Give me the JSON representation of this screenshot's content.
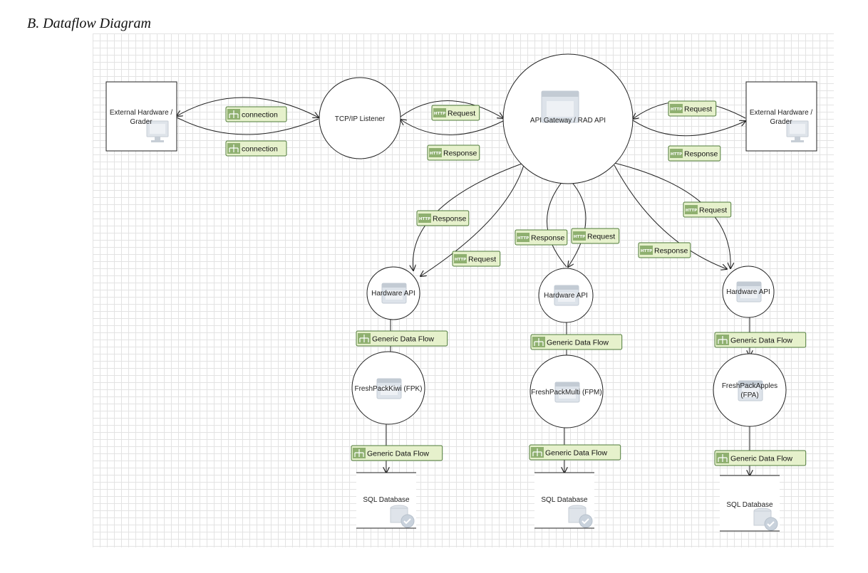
{
  "heading": "B.  Dataflow Diagram",
  "nodes": {
    "ext_left": [
      "External Hardware /",
      "Grader"
    ],
    "ext_right": [
      "External Hardware /",
      "Grader"
    ],
    "tcp": "TCP/IP Listener",
    "gateway": "API Gateway / RAD API",
    "hw1": "Hardware API",
    "hw2": "Hardware API",
    "hw3": "Hardware API",
    "fpk": "FreshPackKiwi (FPK)",
    "fpm": "FreshPackMulti (FPM)",
    "fpa": [
      "FreshPackApples",
      "(FPA)"
    ],
    "db1": "SQL Database",
    "db2": "SQL Database",
    "db3": "SQL Database"
  },
  "flows": {
    "conn1": "connection",
    "conn2": "connection",
    "tcp_req": "Request",
    "tcp_resp": "Response",
    "ext_req": "Request",
    "ext_resp": "Response",
    "hw1_resp": "Response",
    "hw1_req": "Request",
    "hw2_resp": "Response",
    "hw2_req": "Request",
    "hw3_req": "Request",
    "hw3_resp": "Response",
    "gdf1": "Generic Data Flow",
    "gdf2": "Generic Data Flow",
    "gdf3": "Generic Data Flow",
    "gdf4": "Generic Data Flow",
    "gdf5": "Generic Data Flow",
    "gdf6": "Generic Data Flow"
  },
  "icon_badge": "HTTP",
  "colors": {
    "label_fill": "#e6f1cc",
    "label_border": "#4f7a3a",
    "icon_fill": "#8fb070",
    "grid": "#e3e3e3",
    "line": "#222222"
  }
}
